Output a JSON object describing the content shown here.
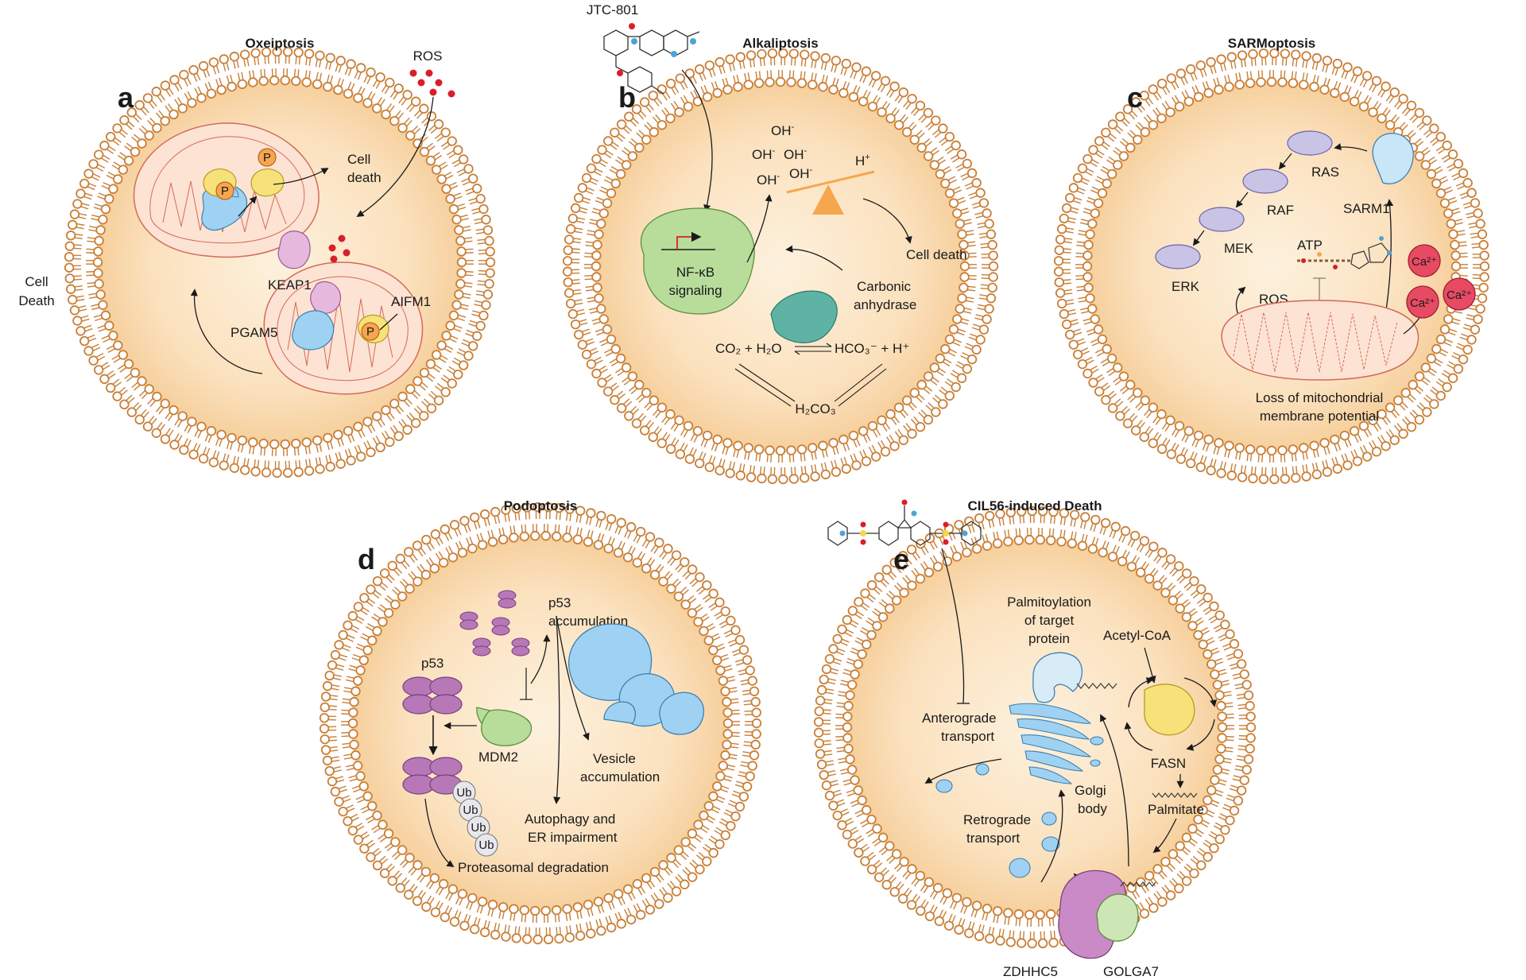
{
  "side_label": [
    "Cell",
    "Death"
  ],
  "panels": {
    "a": {
      "letter": "a",
      "title": "Oxeiptosis",
      "ros": "ROS",
      "cell_death": [
        "Cell",
        "death"
      ],
      "aifm1": "AIFM1",
      "keap1": "KEAP1",
      "pgam5": "PGAM5",
      "p": "P"
    },
    "b": {
      "letter": "b",
      "title": "Alkaliptosis",
      "drug": "JTC-801",
      "oh": "OH",
      "oh_sup": "-",
      "h": "H",
      "h_sup": "+",
      "nfkb": [
        "NF-κB",
        "signaling"
      ],
      "cell_death": "Cell death",
      "ca": [
        "Carbonic",
        "anhydrase"
      ],
      "eq_left": "CO₂ + H₂O",
      "eq_right": "HCO₃⁻ + H⁺",
      "eq_bottom": "H₂CO₃"
    },
    "c": {
      "letter": "c",
      "title": "SARMoptosis",
      "ras": "RAS",
      "raf": "RAF",
      "mek": "MEK",
      "erk": "ERK",
      "sarm1": "SARM1",
      "atp": "ATP",
      "ros": "ROS",
      "ca": "Ca²⁺",
      "loss": [
        "Loss of mitochondrial",
        "membrane potential"
      ]
    },
    "d": {
      "letter": "d",
      "title": "Podoptosis",
      "p53_acc": [
        "p53",
        "accumulation"
      ],
      "p53": "p53",
      "mdm2": "MDM2",
      "vesicle": [
        "Vesicle",
        "accumulation"
      ],
      "autophagy": [
        "Autophagy and",
        "ER impairment"
      ],
      "ub": "Ub",
      "proteasomal": "Proteasomal degradation"
    },
    "e": {
      "letter": "e",
      "title": "CIL56-induced Death",
      "palm": [
        "Palmitoylation",
        "of target",
        "protein"
      ],
      "acetyl": "Acetyl-CoA",
      "antero": [
        "Anterograde",
        "transport"
      ],
      "fasn": "FASN",
      "golgi": [
        "Golgi",
        "body"
      ],
      "retro": [
        "Retrograde",
        "transport"
      ],
      "palmitate": "Palmitate",
      "zdhhc5": "ZDHHC5",
      "golga7": "GOLGA7"
    }
  },
  "colors": {
    "membrane": "#c87f38",
    "interior": "#fbe3c3",
    "interior_edge": "#f2c998",
    "ros": "#d81f2a",
    "blue": "#9fd2f2",
    "yellow": "#f7e27a",
    "purple": "#b778b8",
    "lavender": "#c9c3e6",
    "green": "#b8dd9b",
    "teal": "#5fb3a4",
    "orange": "#f6a64f"
  }
}
